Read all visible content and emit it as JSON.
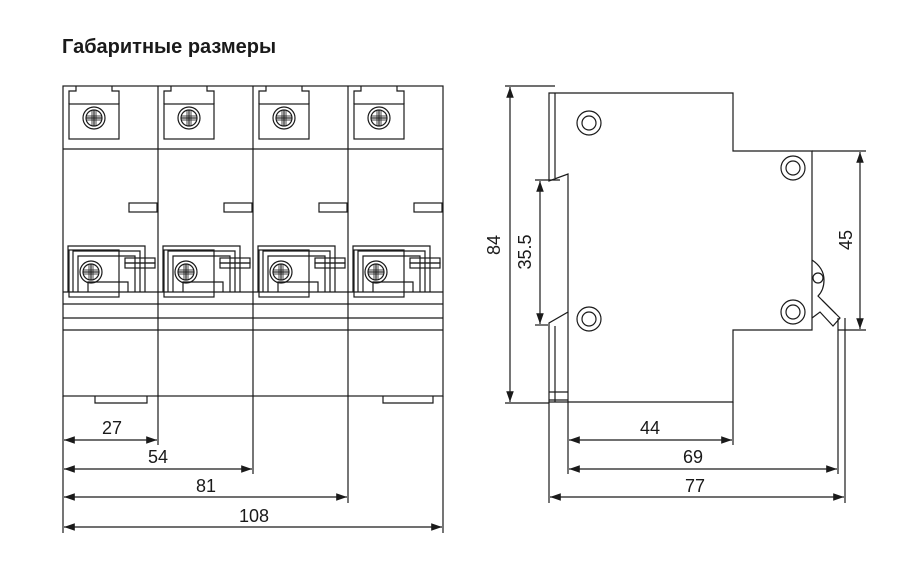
{
  "title": "Габаритные размеры",
  "front_view": {
    "dimensions": {
      "d27": "27",
      "d54": "54",
      "d81": "81",
      "d108": "108"
    }
  },
  "side_view": {
    "dimensions": {
      "d84": "84",
      "d35_5": "35.5",
      "d45": "45",
      "d44": "44",
      "d69": "69",
      "d77": "77"
    }
  },
  "colors": {
    "line": "#1a1a1a",
    "background": "#ffffff"
  }
}
